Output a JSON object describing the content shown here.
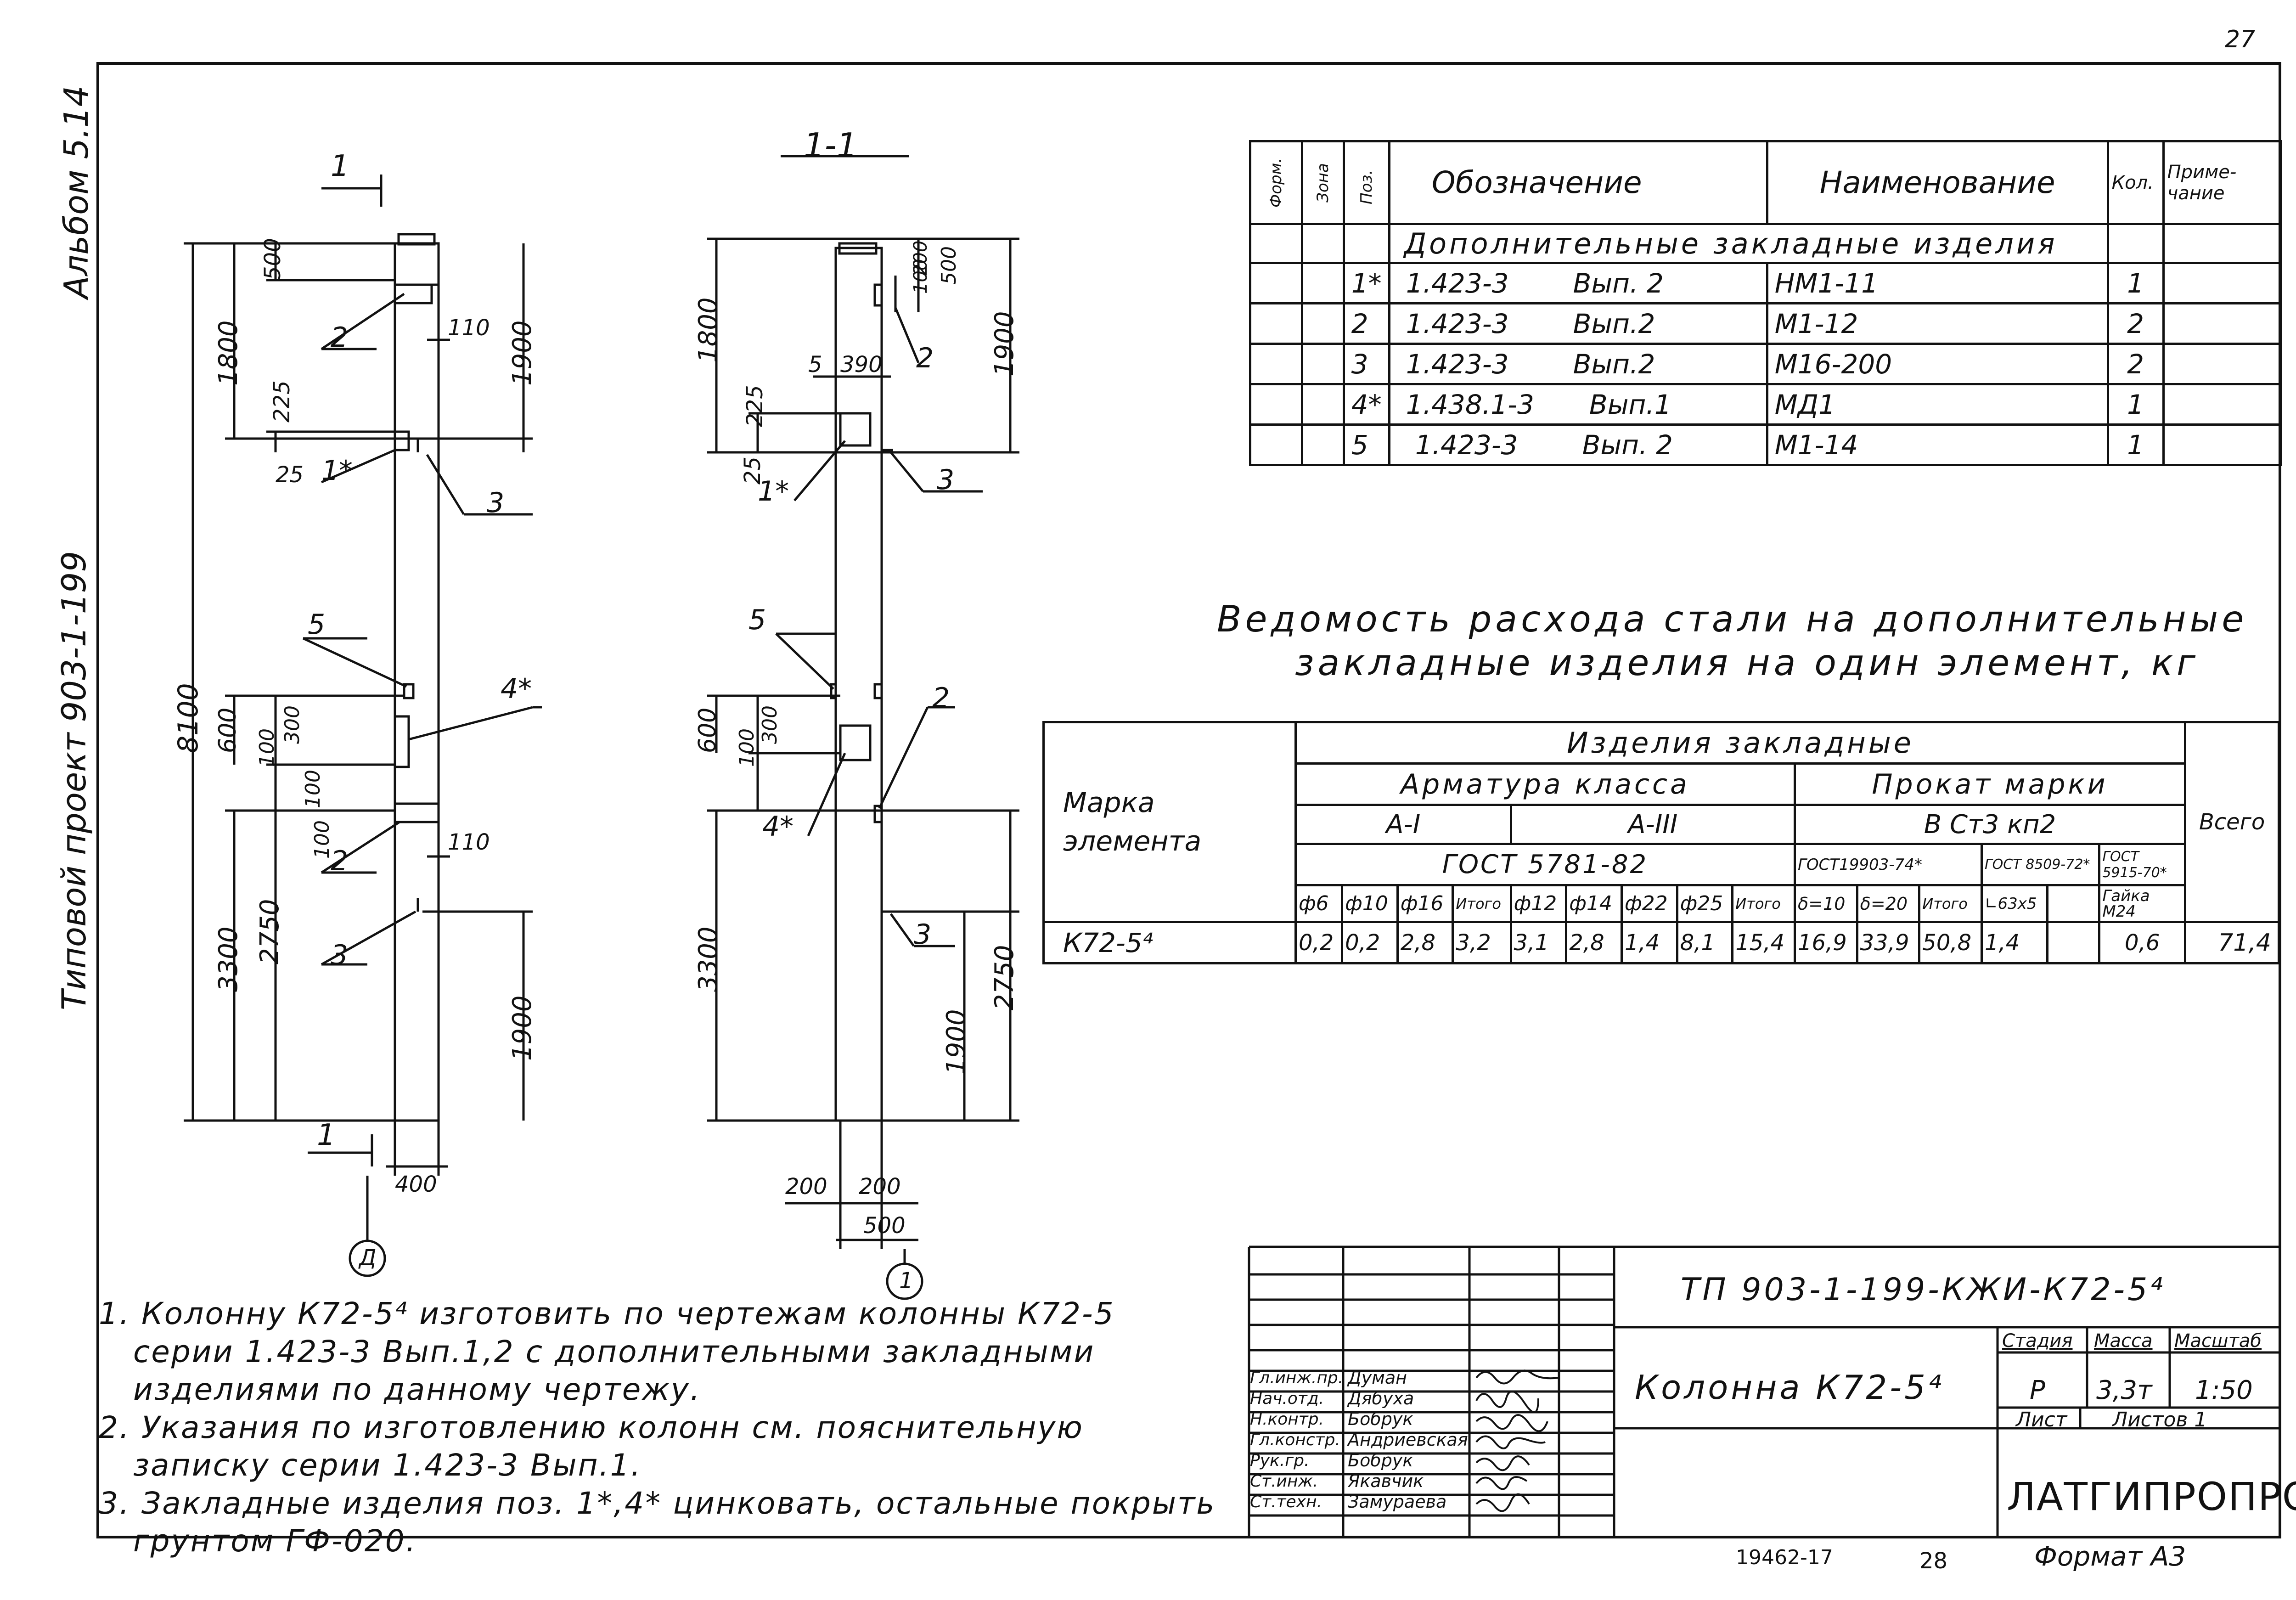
{
  "page_number": "27",
  "left_margin": {
    "album": "Альбом 5.14",
    "project": "Типовой проект 903-1-199"
  },
  "section_label": "1-1",
  "drawing": {
    "left": {
      "cut_mark_top": "1",
      "cut_mark_bottom": "1",
      "axis": "Д",
      "dims": [
        "500",
        "1800",
        "1900",
        "110",
        "225",
        "25",
        "600",
        "100",
        "300",
        "100",
        "100",
        "110",
        "8100",
        "3300",
        "2750",
        "1900",
        "400"
      ],
      "callouts": [
        "2",
        "1*",
        "3",
        "5",
        "4*",
        "2",
        "3"
      ]
    },
    "right": {
      "axis": "1",
      "dims": [
        "100",
        "200",
        "500",
        "1800",
        "1900",
        "390",
        "5",
        "225",
        "25",
        "600",
        "100",
        "300",
        "3300",
        "2750",
        "1900",
        "200",
        "200",
        "500"
      ],
      "callouts": [
        "2",
        "1*",
        "3",
        "5",
        "2",
        "4*",
        "3"
      ]
    }
  },
  "spec_table": {
    "headers": {
      "format": "Форм.",
      "zone": "Зона",
      "pos": "Поз.",
      "designation": "Обозначение",
      "name": "Наименование",
      "qty": "Кол.",
      "note": "Приме-чание"
    },
    "group_title": "Дополнительные закладные изделия",
    "rows": [
      {
        "pos": "1*",
        "doc": "1.423-3",
        "issue": "Вып. 2",
        "name": "НМ1-11",
        "qty": "1"
      },
      {
        "pos": "2",
        "doc": "1.423-3",
        "issue": "Вып.2",
        "name": "М1-12",
        "qty": "2"
      },
      {
        "pos": "3",
        "doc": "1.423-3",
        "issue": "Вып.2",
        "name": "М16-200",
        "qty": "2"
      },
      {
        "pos": "4*",
        "doc": "1.438.1-3",
        "issue": "Вып.1",
        "name": "МД1",
        "qty": "1"
      },
      {
        "pos": "5",
        "doc": "1.423-3",
        "issue": "Вып. 2",
        "name": "М1-14",
        "qty": "1"
      }
    ]
  },
  "steel_title": {
    "line1": "Ведомость расхода стали на дополнительные",
    "line2": "закладные изделия на один элемент, кг"
  },
  "steel_table": {
    "mark_header_1": "Марка",
    "mark_header_2": "элемента",
    "group": "Изделия закладные",
    "rebar": "Арматура класса",
    "rolled": "Прокат марки",
    "class_a1": "А-I",
    "class_a3": "А-III",
    "steel_grade": "В Ст3 кп2",
    "gost_rebar": "ГОСТ 5781-82",
    "gost_rolled_1": "ГОСТ19903-74*",
    "gost_rolled_2": "ГОСТ 8509-72*",
    "gost_rolled_3": "ГОСТ 5915-70*",
    "total": "Всего",
    "cols": [
      "ф6",
      "ф10",
      "ф16",
      "Итого",
      "ф12",
      "ф14",
      "ф22",
      "ф25",
      "Итого",
      "δ=10",
      "δ=20",
      "Итого",
      "∟63х5",
      "",
      "Гайка М24"
    ],
    "row_mark": "К72-5⁴",
    "row_values": [
      "0,2",
      "0,2",
      "2,8",
      "3,2",
      "3,1",
      "2,8",
      "1,4",
      "8,1",
      "15,4",
      "16,9",
      "33,9",
      "50,8",
      "1,4",
      "",
      "0,6"
    ],
    "row_total": "71,4"
  },
  "notes": [
    "1. Колонну К72-5⁴ изготовить по чертежам колонны К72-5",
    "серии 1.423-3 Вып.1,2 с дополнительными закладными",
    "изделиями по данному чертежу.",
    "2. Указания по изготовлению колонн см. пояснительную",
    "записку серии 1.423-3 Вып.1.",
    "3. Закладные изделия поз. 1*,4* цинковать, остальные покрыть",
    "грунтом ГФ-020."
  ],
  "title_block": {
    "code": "ТП 903-1-199-КЖИ-К72-5⁴",
    "drawing_name": "Колонна К72-5⁴",
    "stage_label": "Стадия",
    "mass_label": "Масса",
    "scale_label": "Масштаб",
    "stage": "Р",
    "mass": "3,3т",
    "scale": "1:50",
    "sheet_label": "Лист",
    "sheets_label": "Листов 1",
    "org": "ЛАТГИПРОПРОМ",
    "roles": [
      {
        "role": "Гл.инж.пр.",
        "name": "Думан"
      },
      {
        "role": "Нач.отд.",
        "name": "Дябуха"
      },
      {
        "role": "Н.контр.",
        "name": "Бобрук"
      },
      {
        "role": "Гл.констр.",
        "name": "Андриевская"
      },
      {
        "role": "Рук.гр.",
        "name": "Бобрук"
      },
      {
        "role": "Ст.инж.",
        "name": "Якавчик"
      },
      {
        "role": "Ст.техн.",
        "name": "Замураева"
      }
    ]
  },
  "footer": {
    "inventory": "19462-17",
    "sheet_no": "28",
    "format": "Формат А3"
  }
}
